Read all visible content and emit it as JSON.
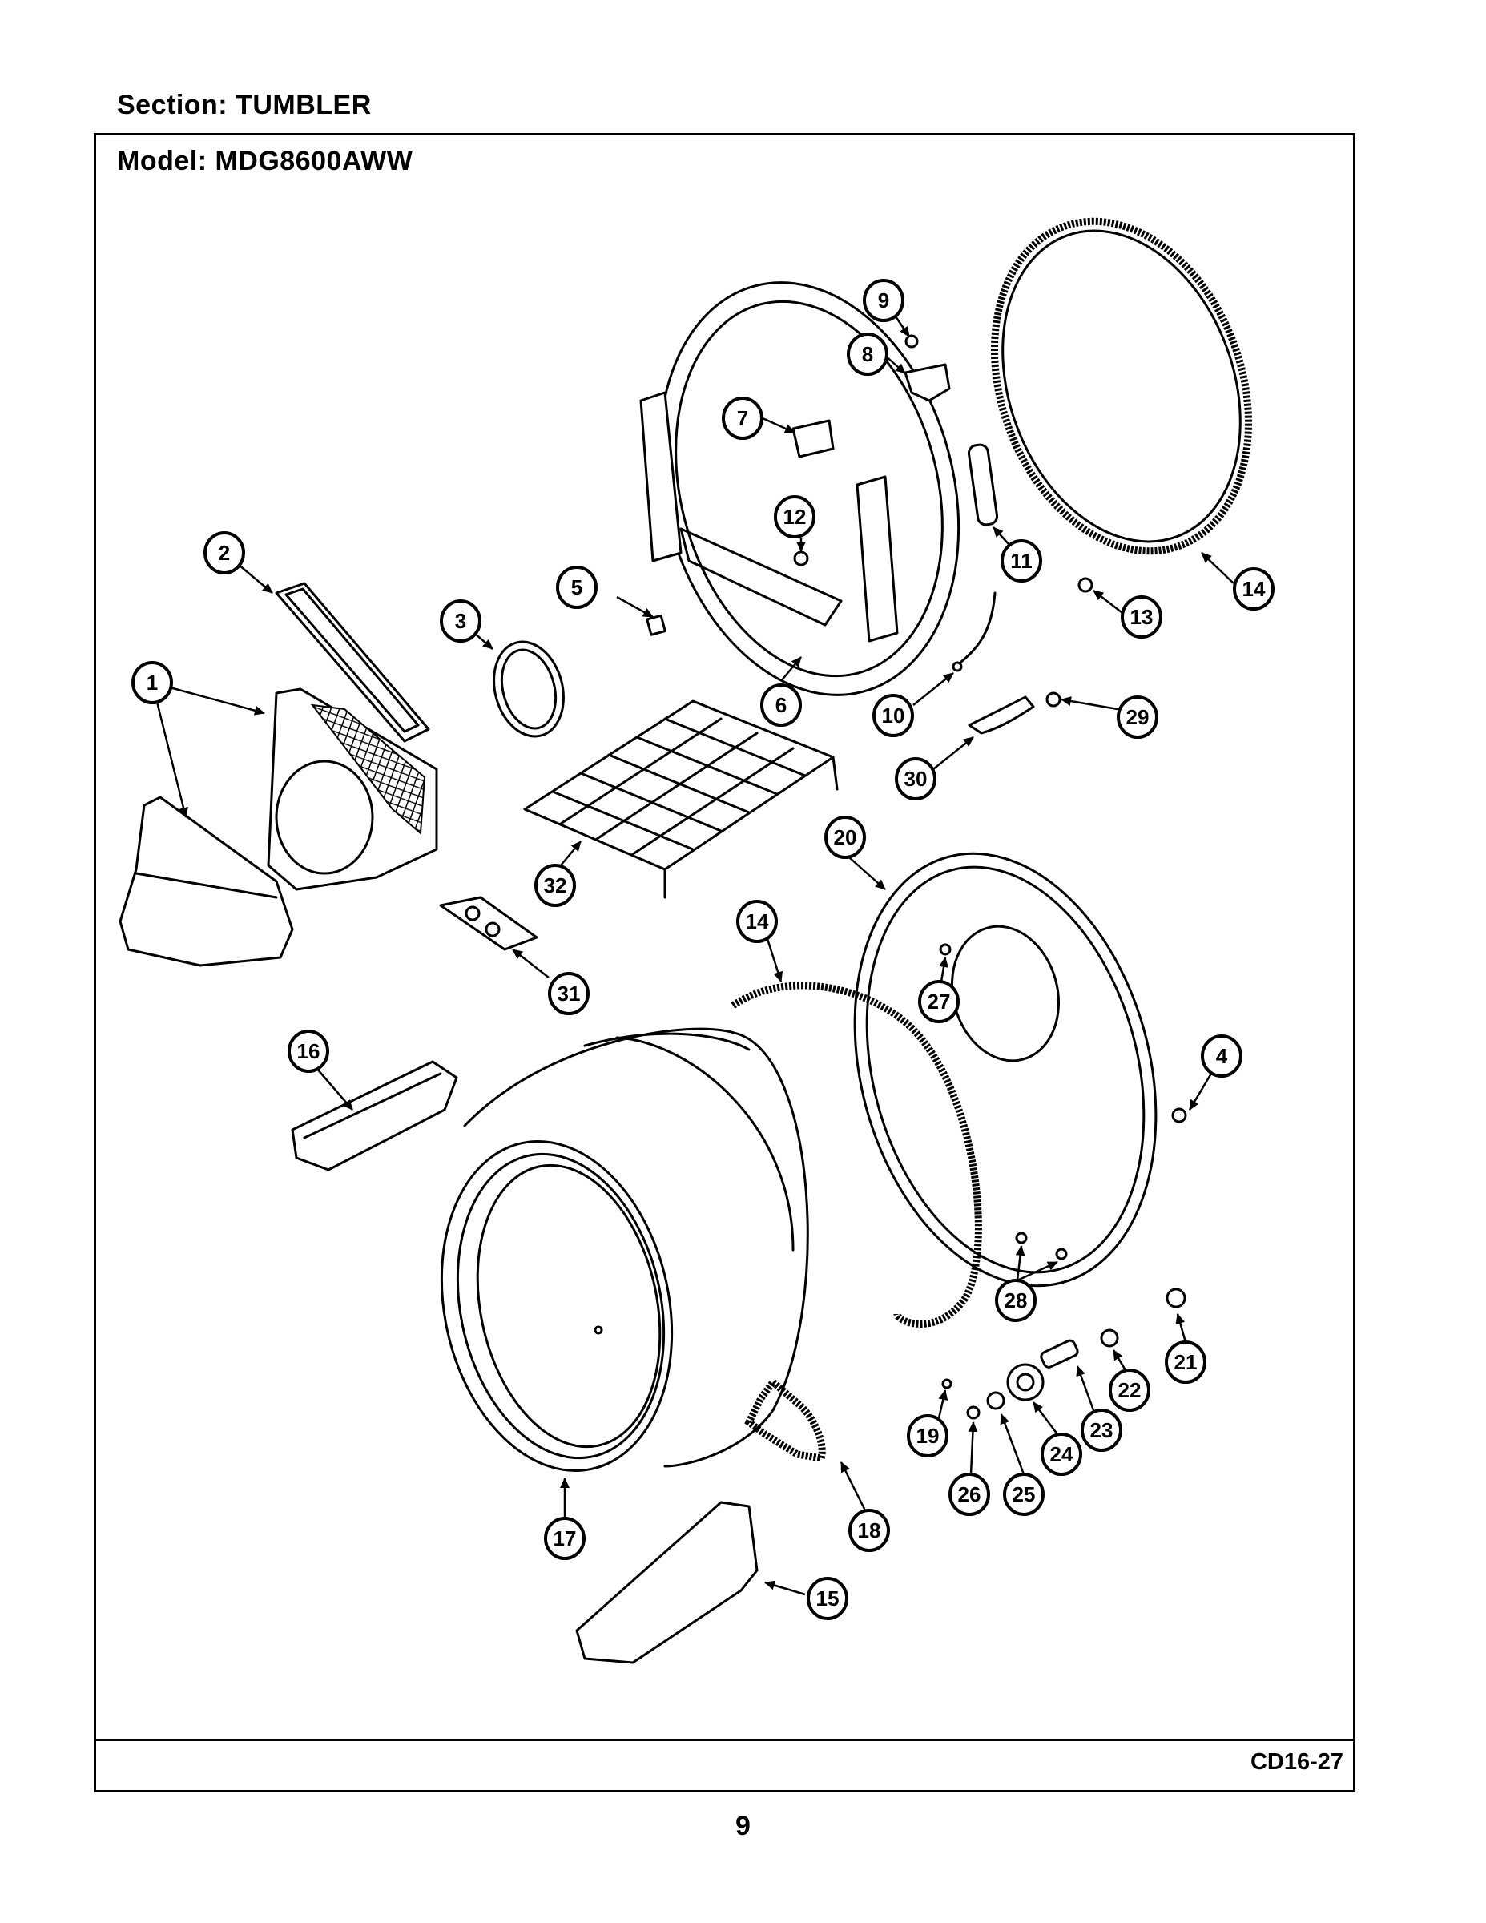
{
  "header": {
    "section": "Section:  TUMBLER",
    "model": "Model:  MDG8600AWW"
  },
  "footer": {
    "code": "CD16-27",
    "page": "9"
  },
  "callouts": [
    {
      "id": "1",
      "label": "1"
    },
    {
      "id": "2",
      "label": "2"
    },
    {
      "id": "3",
      "label": "3"
    },
    {
      "id": "4",
      "label": "4"
    },
    {
      "id": "5",
      "label": "5"
    },
    {
      "id": "6",
      "label": "6"
    },
    {
      "id": "7",
      "label": "7"
    },
    {
      "id": "8",
      "label": "8"
    },
    {
      "id": "9",
      "label": "9"
    },
    {
      "id": "10",
      "label": "10"
    },
    {
      "id": "11",
      "label": "11"
    },
    {
      "id": "12",
      "label": "12"
    },
    {
      "id": "13",
      "label": "13"
    },
    {
      "id": "14a",
      "label": "14"
    },
    {
      "id": "14b",
      "label": "14"
    },
    {
      "id": "15",
      "label": "15"
    },
    {
      "id": "16",
      "label": "16"
    },
    {
      "id": "17",
      "label": "17"
    },
    {
      "id": "18",
      "label": "18"
    },
    {
      "id": "19",
      "label": "19"
    },
    {
      "id": "20",
      "label": "20"
    },
    {
      "id": "21",
      "label": "21"
    },
    {
      "id": "22",
      "label": "22"
    },
    {
      "id": "23",
      "label": "23"
    },
    {
      "id": "24",
      "label": "24"
    },
    {
      "id": "25",
      "label": "25"
    },
    {
      "id": "26",
      "label": "26"
    },
    {
      "id": "27",
      "label": "27"
    },
    {
      "id": "28",
      "label": "28"
    },
    {
      "id": "29",
      "label": "29"
    },
    {
      "id": "30",
      "label": "30"
    },
    {
      "id": "31",
      "label": "31"
    },
    {
      "id": "32",
      "label": "32"
    }
  ]
}
